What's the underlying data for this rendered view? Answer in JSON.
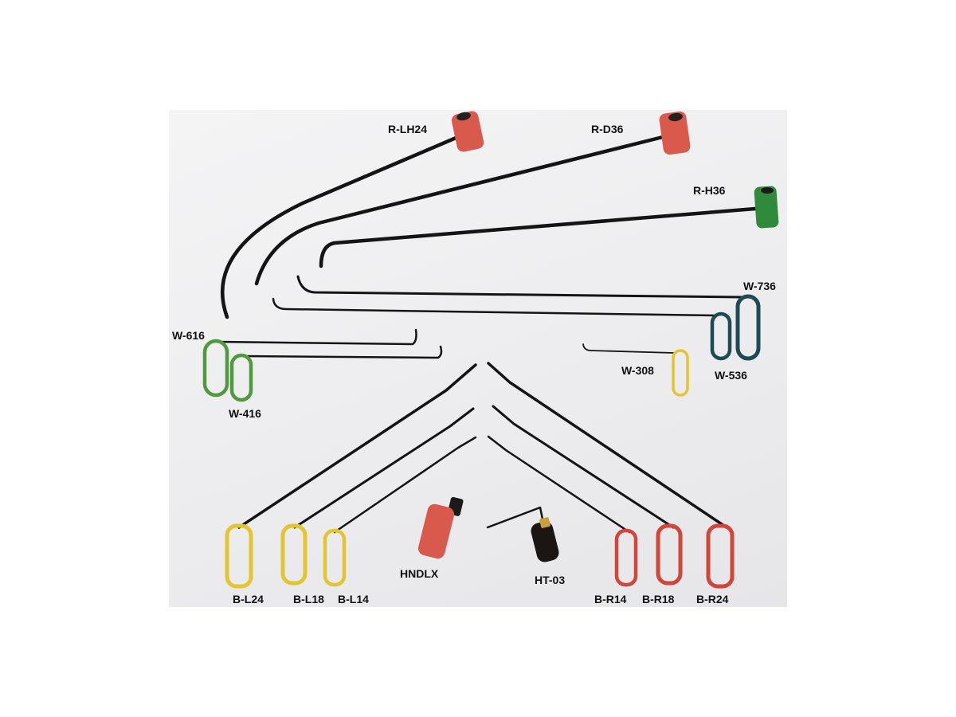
{
  "colors": {
    "rod": "#141414",
    "red_handle": "#d9594c",
    "green_handle": "#2f8a3c",
    "dark_teal_loop": "#1f4a55",
    "green_loop": "#4f9a3c",
    "yellow_loop": "#e3c531",
    "red_loop": "#d0463c",
    "label_text": "#111111",
    "background": "#f0f0f2"
  },
  "tools": {
    "r_lh24": "R-LH24",
    "r_d36": "R-D36",
    "r_h36": "R-H36",
    "w_736": "W-736",
    "w_616": "W-616",
    "w_416": "W-416",
    "w_308": "W-308",
    "w_536": "W-536",
    "b_l24": "B-L24",
    "b_l18": "B-L18",
    "b_l14": "B-L14",
    "hndlx": "HNDLX",
    "ht_03": "HT-03",
    "b_r14": "B-R14",
    "b_r18": "B-R18",
    "b_r24": "B-R24"
  }
}
